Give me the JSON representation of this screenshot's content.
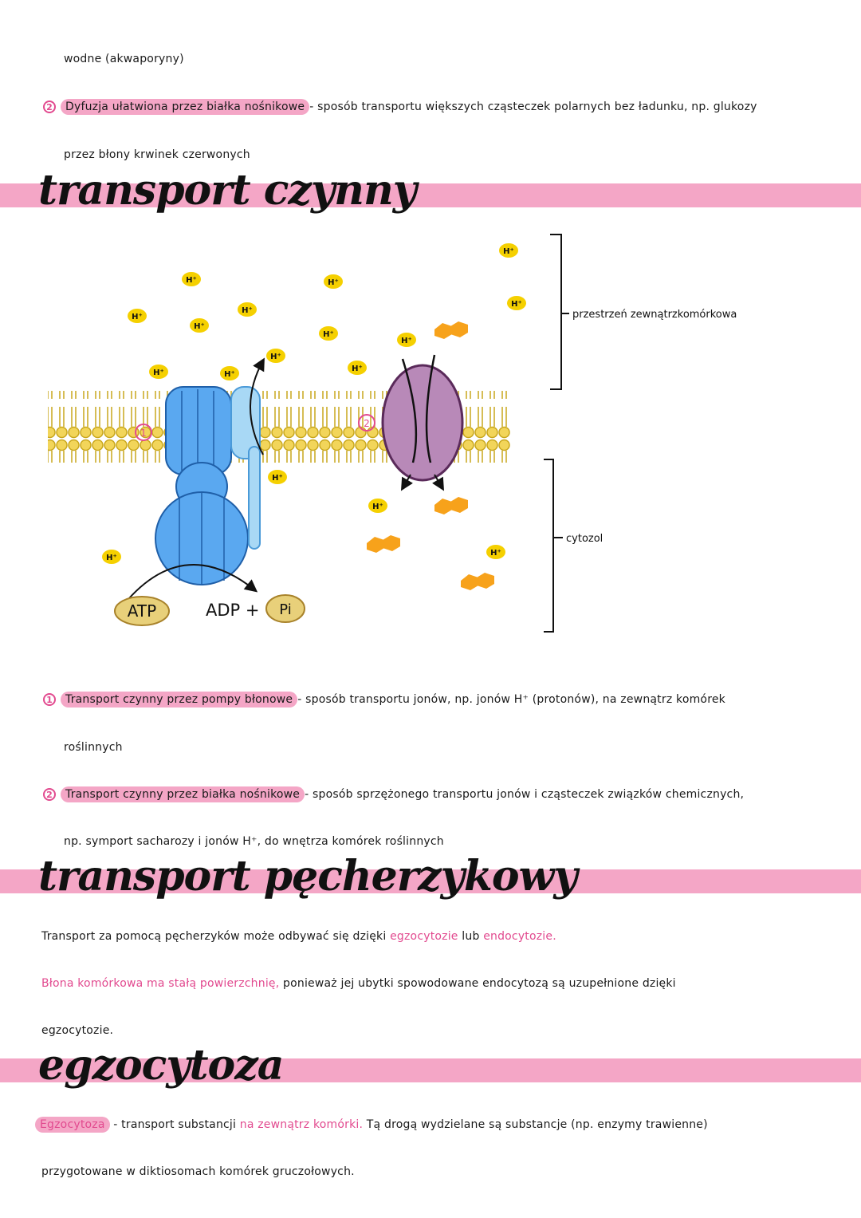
{
  "intro": {
    "line1": "wodne (akwaporyny)",
    "point2_num": "2",
    "point2_title": "Dyfuzja ułatwiona przez białka nośnikowe",
    "point2_rest": "- sposób transportu większych cząsteczek polarnych bez ładunku, np. glukozy",
    "point2_cont": "przez błony krwinek czerwonych"
  },
  "sections": {
    "active": "transport czynny",
    "vesicular": "transport pęcherzykowy",
    "exocytosis": "egzocytoza"
  },
  "diagram": {
    "ion": "H⁺",
    "label_extra": "przestrzeń zewnątrzkomórkowa",
    "label_cyto": "cytozol",
    "atp": "ATP",
    "adp": "ADP +",
    "pi": "Pi",
    "marker1": "1",
    "marker2": "2",
    "colors": {
      "membrane": "#f2d55a",
      "pump": "#5aa8f0",
      "carrier": "#c9a0c8",
      "ion": "#f5d000",
      "sugar": "#f7a21b"
    }
  },
  "active": {
    "p1_num": "1",
    "p1_title": "Transport czynny przez pompy błonowe",
    "p1_rest": "- sposób transportu jonów, np. jonów H⁺ (protonów), na zewnątrz komórek",
    "p1_cont": "roślinnych",
    "p2_num": "2",
    "p2_title": "Transport czynny przez białka nośnikowe",
    "p2_rest": "- sposób sprzężonego transportu jonów i cząsteczek związków chemicznych,",
    "p2_cont": "np. symport sacharozy i jonów H⁺, do wnętrza komórek roślinnych"
  },
  "vesicular": {
    "l1_a": "Transport za pomocą pęcherzyków może odbywać się dzięki",
    "l1_b": "egzocytozie",
    "l1_c": "lub",
    "l1_d": "endocytozie.",
    "l2_a": "Błona komórkowa ma stałą powierzchnię,",
    "l2_b": "ponieważ jej ubytki spowodowane endocytozą są uzupełnione dzięki",
    "l3": "egzocytozie."
  },
  "exo": {
    "term": "Egzocytoza",
    "a": "- transport substancji",
    "b": "na zewnątrz komórki.",
    "c": "Tą drogą wydzielane są substancje (np. enzymy trawienne)",
    "l2": "przygotowane w diktiosomach komórek gruczołowych."
  }
}
